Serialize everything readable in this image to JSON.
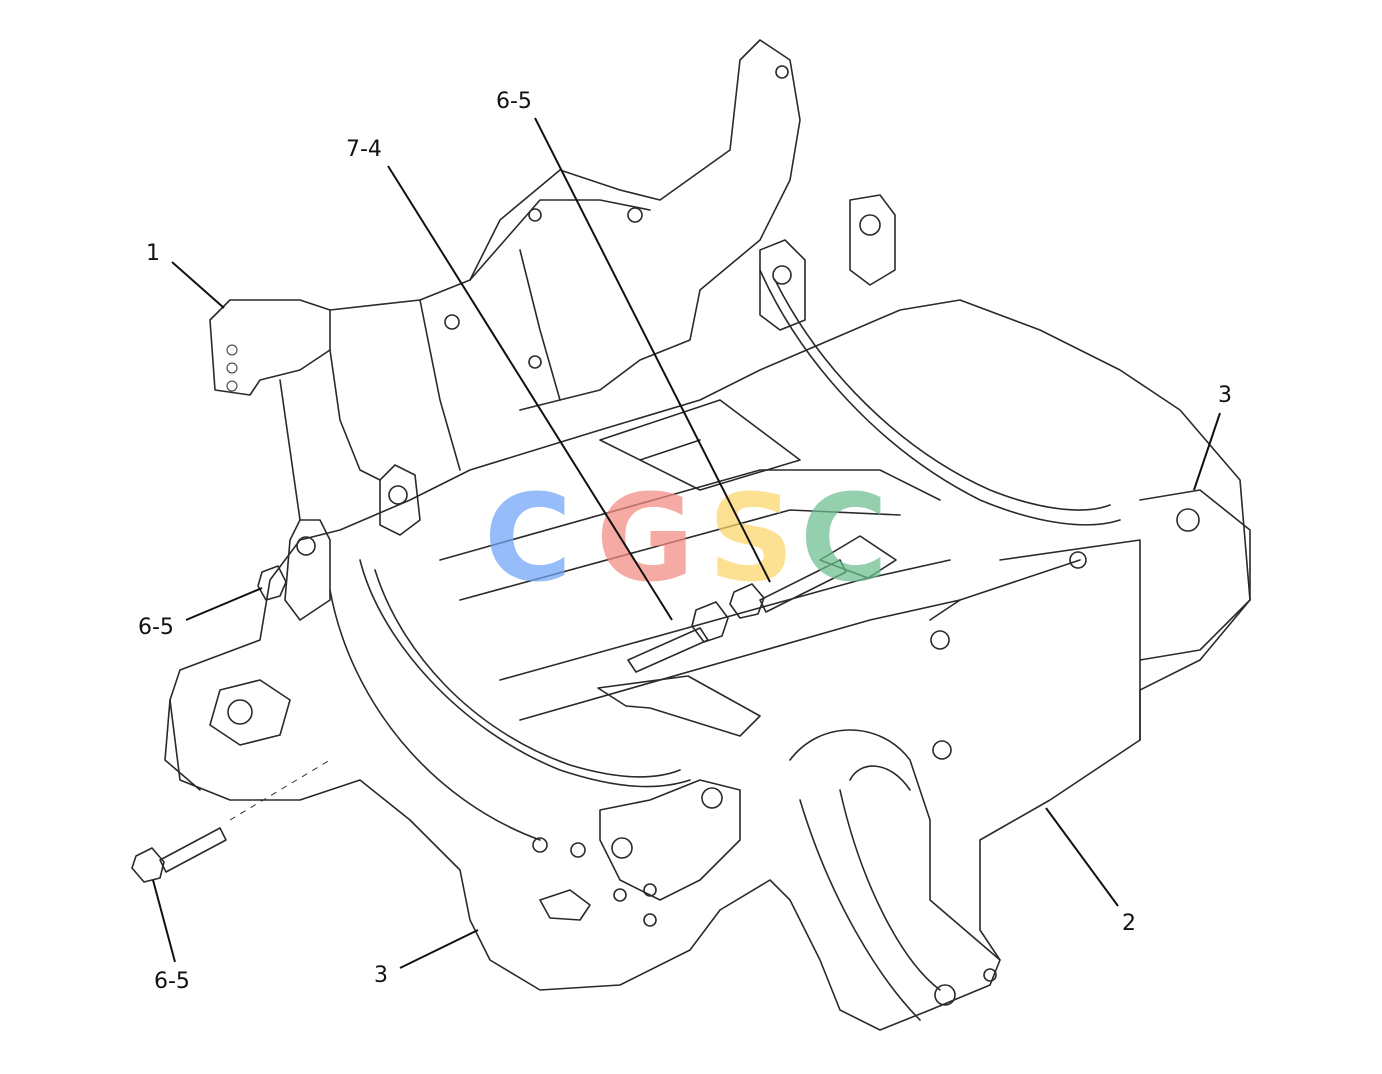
{
  "callouts": {
    "part_1": "1",
    "part_2": "2",
    "part_3_right": "3",
    "part_3_bottom": "3",
    "part_6_5_top": "6-5",
    "part_6_5_left": "6-5",
    "part_6_5_bottom": "6-5",
    "part_7_4": "7-4"
  },
  "watermark": {
    "letters": [
      "C",
      "G",
      "S",
      "C"
    ],
    "colors": [
      "#6fa3f7",
      "#f28b82",
      "#fbd66a",
      "#6bbf8e"
    ]
  }
}
